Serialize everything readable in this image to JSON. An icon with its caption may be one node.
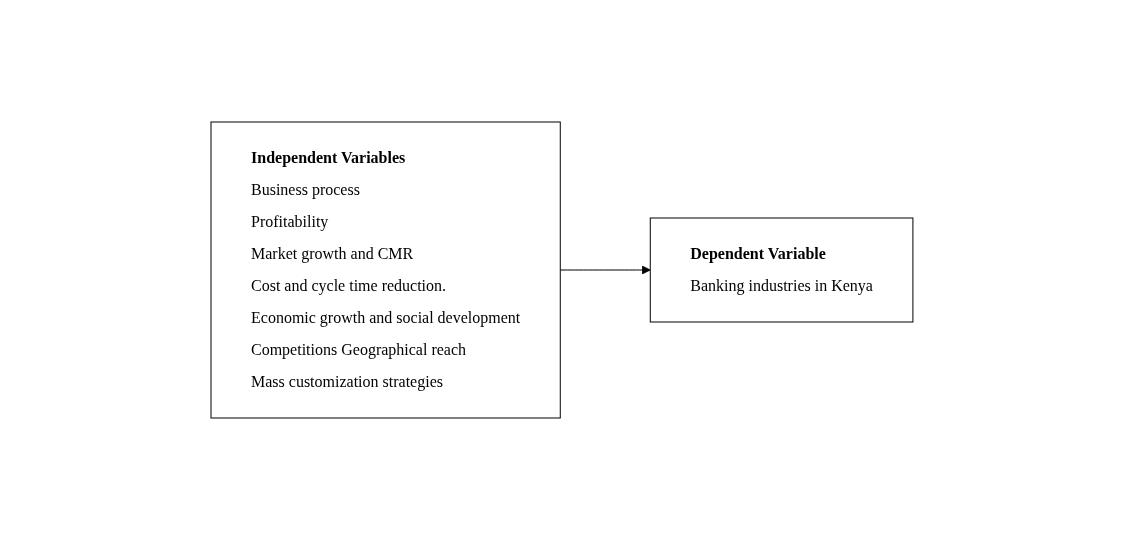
{
  "diagram": {
    "nodes": [
      {
        "text": [
          "Independent Variables",
          "Business process",
          "Profitability",
          "Market growth and CMR",
          "Cost and cycle time reduction.",
          "Economic growth and social development",
          "Competitions Geographical reach",
          "Mass customization strategies"
        ]
      },
      {
        "text": [
          "Dependent Variable",
          "Banking industries in Kenya"
        ]
      }
    ],
    "edges": [
      {
        "from": 0,
        "to": 1,
        "arrow": "to"
      }
    ]
  }
}
